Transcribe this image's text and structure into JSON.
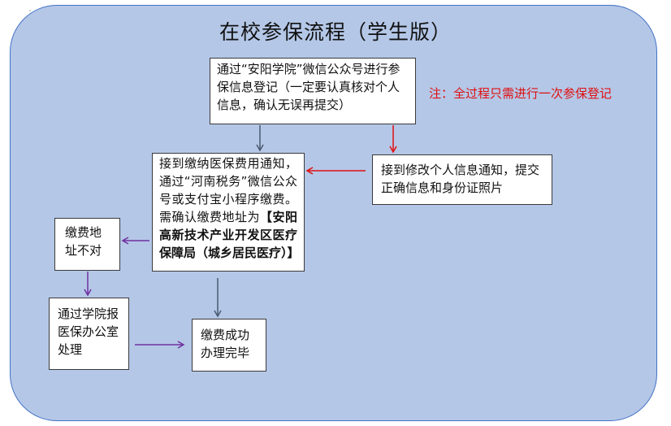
{
  "title": "在校参保流程（学生版）",
  "note": "注：全过程只需进行一次参保登记",
  "boxes": {
    "register": "通过“安阳学院”微信公众号进行参保信息登记（一定要认真核对个人信息，确认无误再提交）",
    "modify": "接到修改个人信息通知，提交正确信息和身份证照片",
    "pay_text": "接到缴纳医保费用通知，通过“河南税务”微信公众号或支付宝小程序缴费。需确认缴费地址为",
    "pay_bold": "【安阳高新技术产业开发区医疗保障局（城乡居民医疗）】",
    "wrong_address": "缴费地址不对",
    "office": "通过学院报医保办公室处理",
    "done": "缴费成功办理完毕"
  },
  "colors": {
    "panel": "#b4c7e7",
    "panel_border": "#4472c4",
    "arrow_gray": "#4a5a70",
    "arrow_red": "#e01010",
    "arrow_purple": "#7030a0",
    "note": "#e01010"
  }
}
